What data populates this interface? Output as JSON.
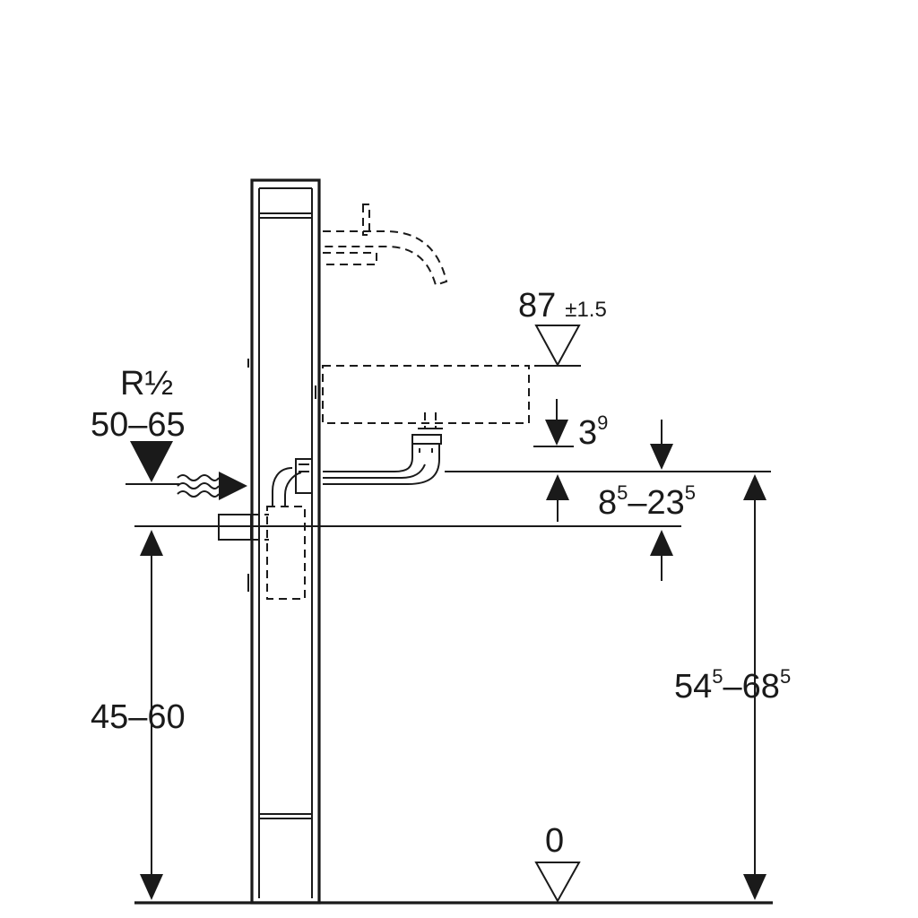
{
  "dimensions": {
    "top_level": {
      "main": "87",
      "tolerance": "±1.5"
    },
    "supply": {
      "thread": "R½",
      "range": "50–65"
    },
    "basin_gap": {
      "main": "3",
      "sup": "9"
    },
    "waste_offset": {
      "a": "8",
      "a_sup": "5",
      "sep": "–23",
      "b_sup": "5"
    },
    "left_height": "45–60",
    "right_height": {
      "a": "54",
      "a_sup": "5",
      "sep": "–68",
      "b_sup": "5"
    },
    "floor_level": "0"
  },
  "colors": {
    "line": "#1a1a1a",
    "background": "#ffffff"
  }
}
